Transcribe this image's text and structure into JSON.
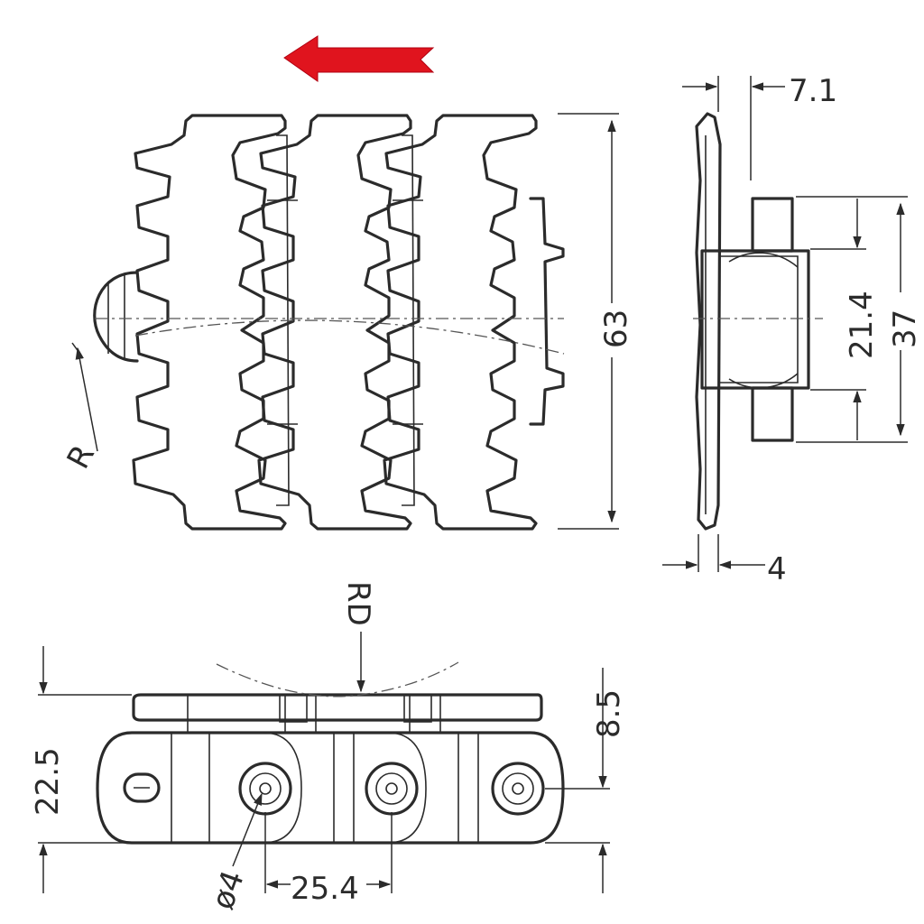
{
  "direction_arrow": {
    "color": "#e0141e",
    "icon": "arrow-left-icon"
  },
  "dimensions": {
    "width_top": "7.1",
    "bead": "4",
    "side_height": "63",
    "link_width": "37",
    "inner_width": "21.4",
    "radius": "R",
    "roller_diameter": "RD",
    "total_height": "22.5",
    "plate_thickness": "8.5",
    "pin_diameter": "ø4",
    "pitch": "25.4"
  }
}
